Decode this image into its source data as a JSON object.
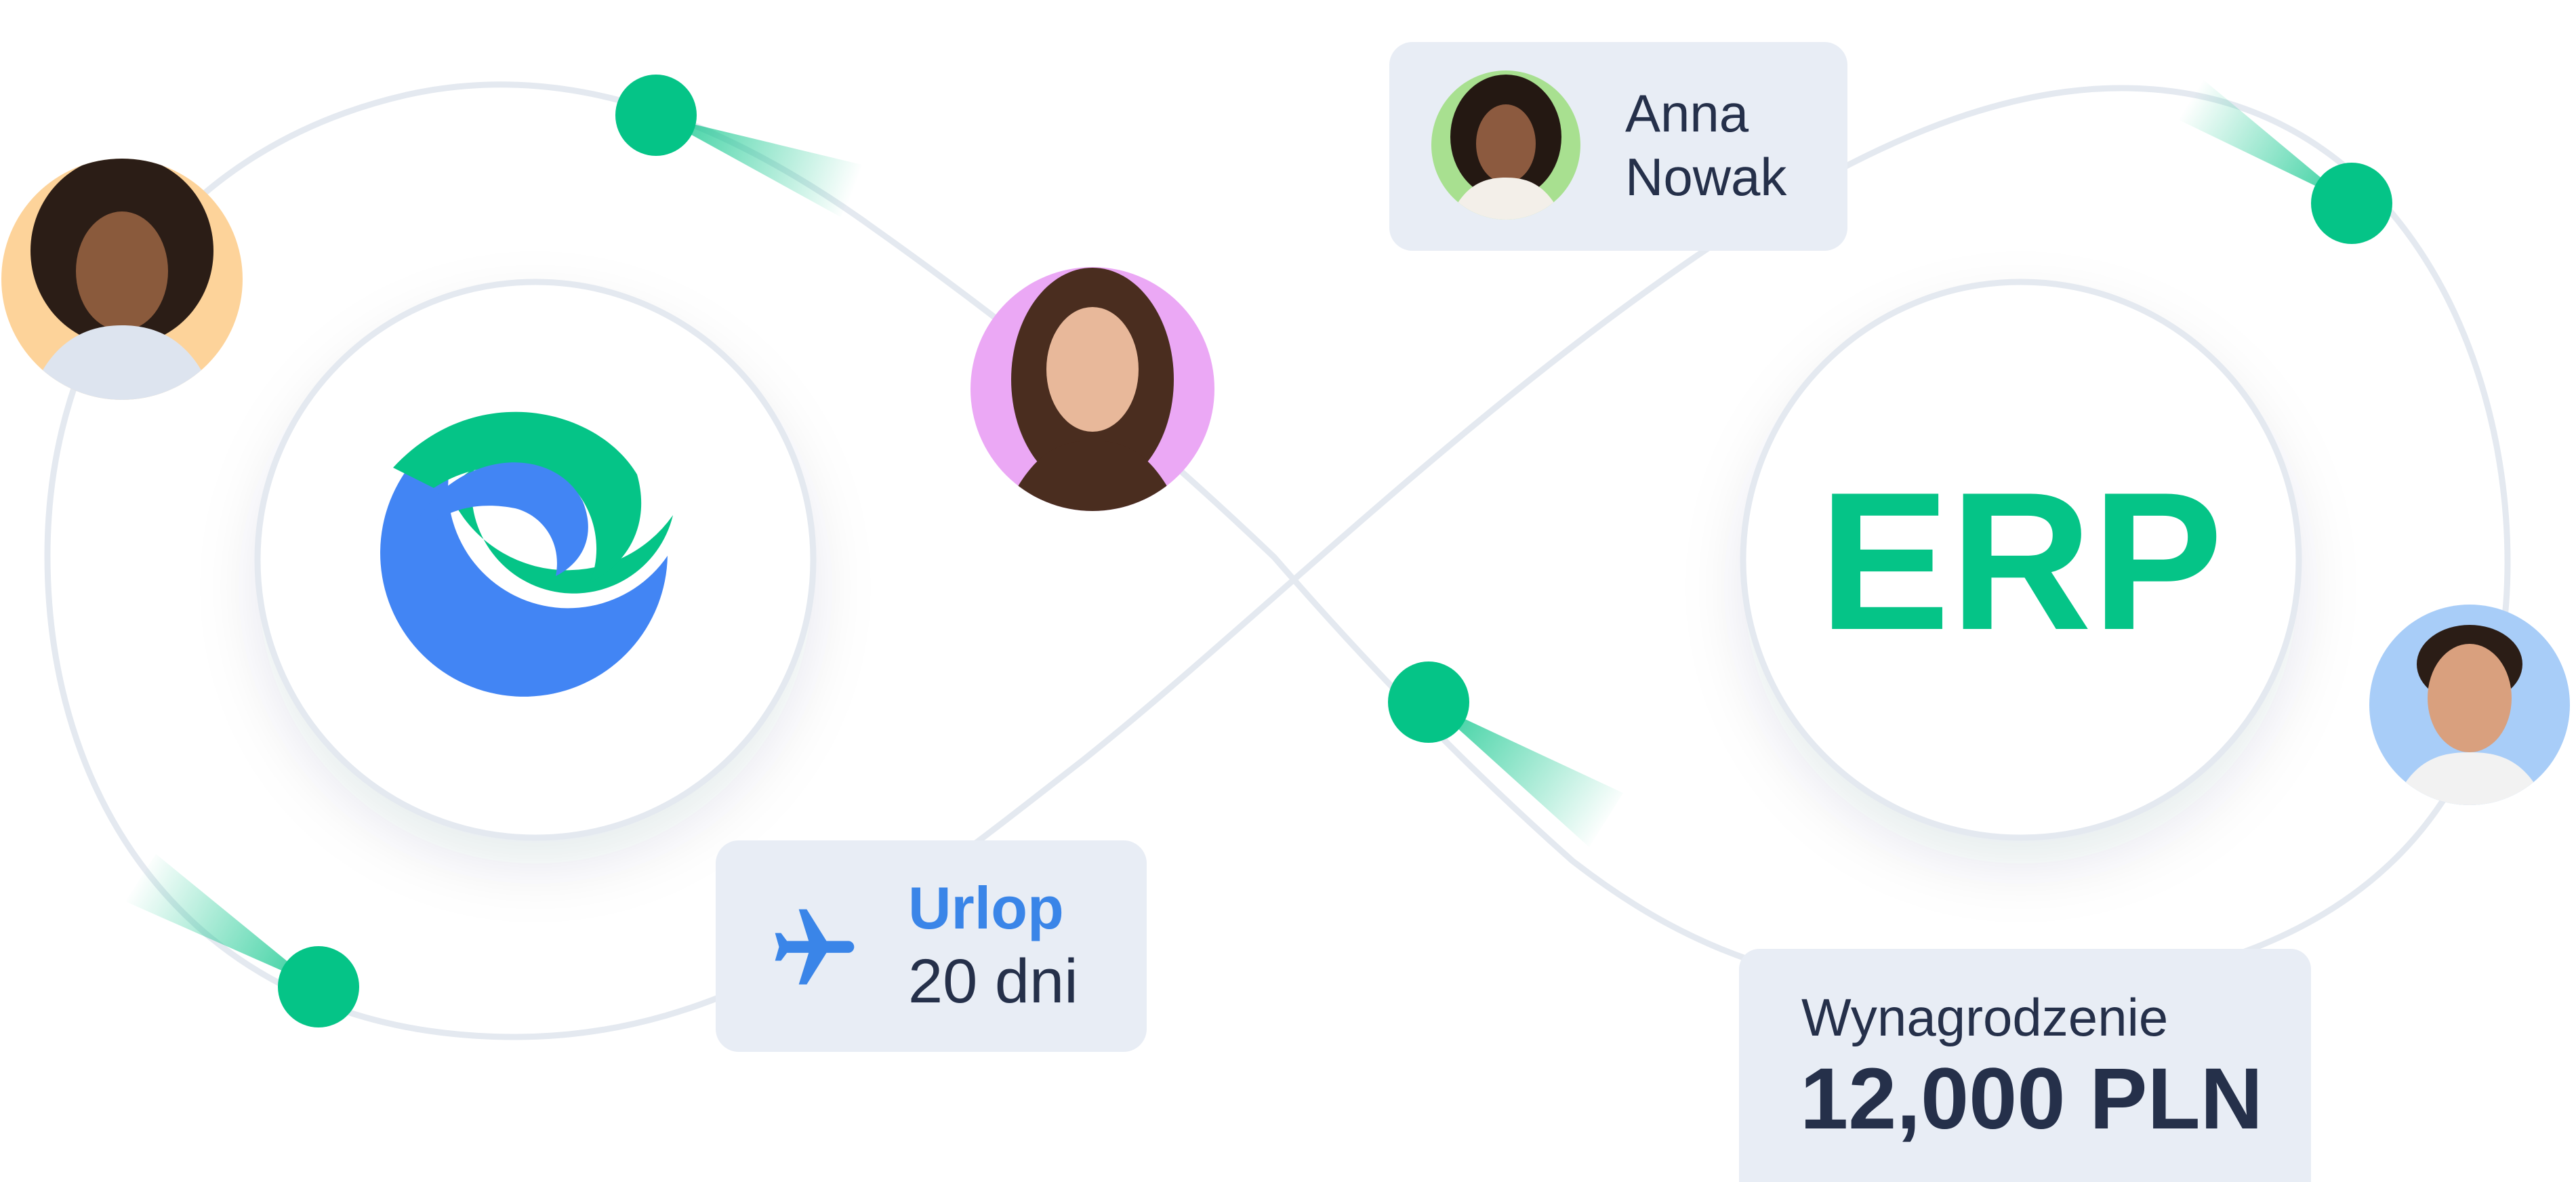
{
  "colors": {
    "brand_green": "#05c487",
    "brand_blue": "#4285f4",
    "line_gray": "#e4e9f0",
    "card_bg": "#e8edf5",
    "text_dark": "#25304a",
    "accent_blue": "#3a85e8"
  },
  "hub_left": {
    "logo_icon": "swirl-logo-icon"
  },
  "hub_right": {
    "label": "ERP"
  },
  "name_card": {
    "name_first": "Anna",
    "name_last": "Nowak",
    "avatar_bg": "#a8e090"
  },
  "leave_card": {
    "icon": "airplane-icon",
    "title": "Urlop",
    "value": "20 dni"
  },
  "salary_card": {
    "label": "Wynagrodzenie",
    "amount": "12,000 PLN"
  },
  "avatars": [
    {
      "id": "top-left",
      "bg": "#fdd39a"
    },
    {
      "id": "center",
      "bg": "#eba8f5"
    },
    {
      "id": "anna",
      "bg": "#a8e090"
    },
    {
      "id": "right",
      "bg": "#a8cdf8"
    }
  ]
}
